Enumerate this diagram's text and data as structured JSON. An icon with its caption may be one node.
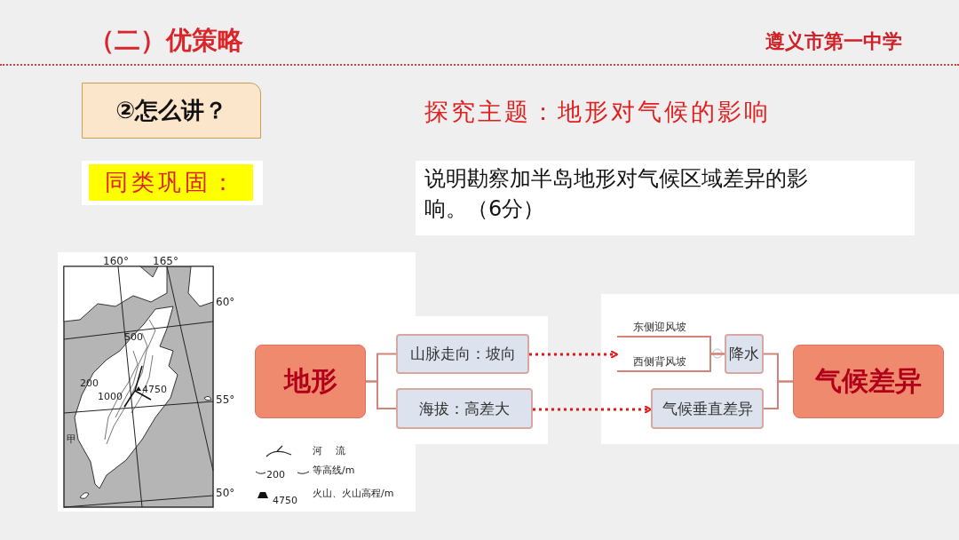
{
  "diagram": {
    "title": "（二）优策略",
    "nodes": [
      {
        "text": [
          "②怎么讲？"
        ]
      },
      {
        "text": [
          "同类巩固："
        ]
      },
      {
        "text": [
          "说明勘察加半岛地形对气候区域差异的影响。（6分）"
        ]
      },
      {
        "text": [
          "地形"
        ]
      },
      {
        "text": [
          "山脉走向：坡向"
        ]
      },
      {
        "text": [
          "海拔：高差大"
        ]
      },
      {
        "text": [
          "东侧迎风坡"
        ]
      },
      {
        "text": [
          "西侧背风坡"
        ]
      },
      {
        "text": [
          "降水"
        ]
      },
      {
        "text": [
          "气候垂直差异"
        ]
      },
      {
        "text": [
          "气候差异"
        ]
      }
    ],
    "edges": [
      {
        "from": 3,
        "to": 4,
        "arrow": "none"
      },
      {
        "from": 3,
        "to": 5,
        "arrow": "none"
      },
      {
        "from": 4,
        "to": 7,
        "arrow": "to",
        "style": "dashed",
        "color": "#e01818"
      },
      {
        "from": 5,
        "to": 9,
        "arrow": "to",
        "style": "dashed",
        "color": "#e01818"
      },
      {
        "from": 6,
        "to": 8,
        "arrow": "none"
      },
      {
        "from": 7,
        "to": 8,
        "arrow": "none"
      },
      {
        "from": 8,
        "to": 10,
        "arrow": "none"
      },
      {
        "from": 9,
        "to": 10,
        "arrow": "none"
      }
    ],
    "labels": [
      "遵义市第一中学",
      "探究主题：地形对气候的影响",
      "160°",
      "165°",
      "60°",
      "500",
      "200",
      "1000",
      "4750",
      "55°",
      "甲",
      "50°",
      "200",
      "4750"
    ],
    "legend": [
      {
        "text": "河 流"
      },
      {
        "text": "等高线/m"
      },
      {
        "text": "火山、火山高程/m"
      }
    ]
  }
}
